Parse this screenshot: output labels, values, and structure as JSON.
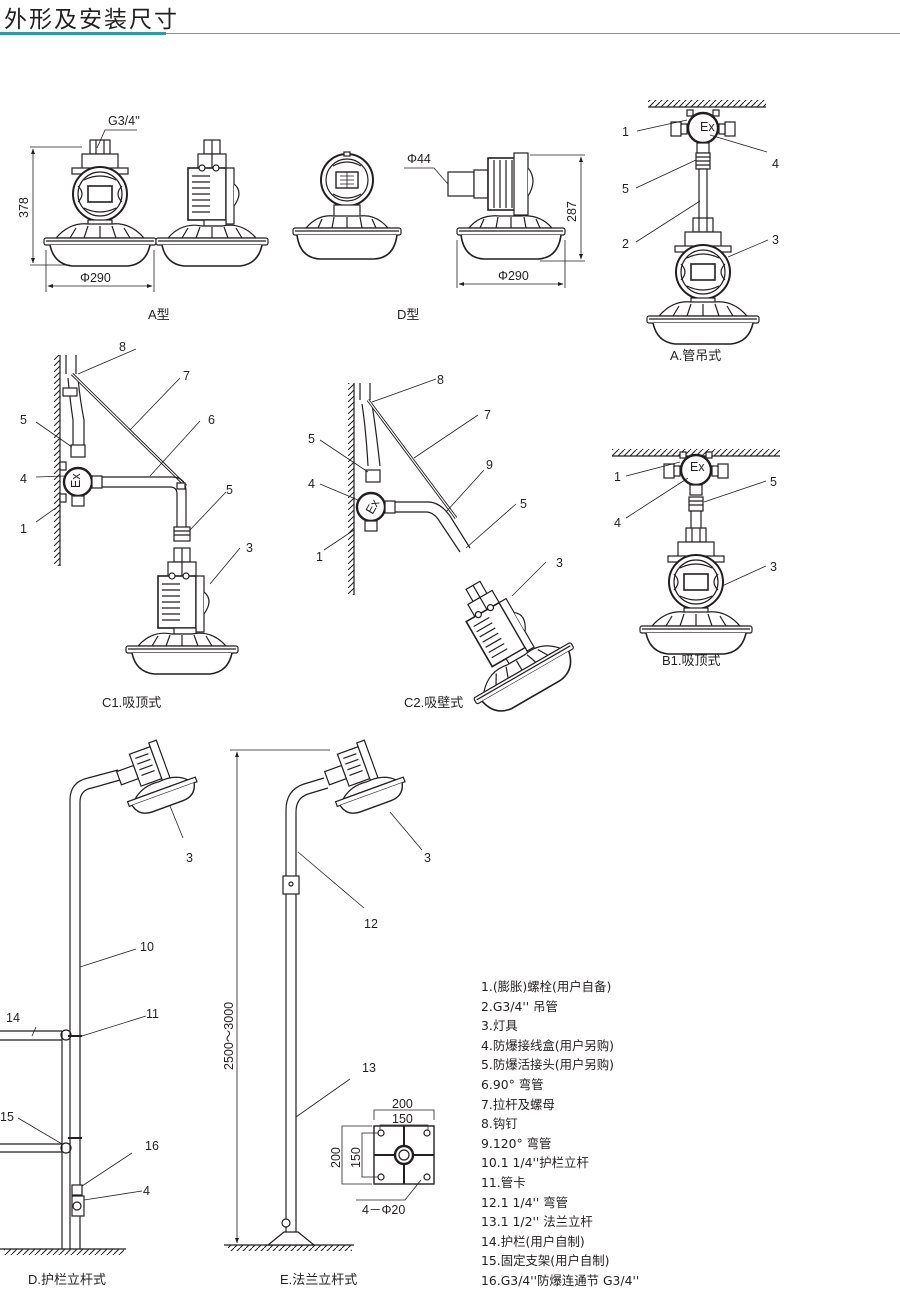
{
  "header": {
    "title": "外形及安装尺寸",
    "accent_color": "#2a9ea8",
    "rule_color": "#8a8a8a"
  },
  "type_a": {
    "caption": "A型",
    "pipe_thread": "G3/4''",
    "height_dim": "378",
    "diameter_dim": "Φ290"
  },
  "type_d": {
    "caption": "D型",
    "conduit_dim": "Φ44",
    "height_dim": "287",
    "diameter_dim": "Φ290"
  },
  "install_a_pipe_hanging": {
    "caption": "A.管吊式",
    "box_label": "Ex",
    "callouts": [
      "1",
      "5",
      "2",
      "4",
      "3"
    ]
  },
  "install_b1_ceiling": {
    "caption": "B1.吸顶式",
    "box_label": "Ex",
    "callouts": [
      "1",
      "4",
      "5",
      "3"
    ]
  },
  "install_c1": {
    "caption": "C1.吸顶式",
    "box_label": "Ex",
    "callouts": [
      "8",
      "7",
      "6",
      "5",
      "4",
      "1",
      "5",
      "3"
    ]
  },
  "install_c2_wall": {
    "caption": "C2.吸壁式",
    "box_label": "Ex",
    "callouts": [
      "8",
      "7",
      "5",
      "4",
      "1",
      "9",
      "5",
      "3"
    ]
  },
  "install_d_guardrail_pole": {
    "caption": "D.护栏立杆式",
    "callouts": [
      "3",
      "10",
      "14",
      "11",
      "15",
      "16",
      "4"
    ]
  },
  "install_e_flange_pole": {
    "caption": "E.法兰立杆式",
    "height_range": "2500～3000",
    "callouts": [
      "3",
      "12",
      "13"
    ],
    "flange": {
      "outer_width": "200",
      "hole_spacing_x": "150",
      "outer_height": "200",
      "hole_spacing_y": "150",
      "holes": "4－Φ20"
    }
  },
  "parts_legend": [
    "1.(膨胀)螺栓(用户自备)",
    "2.G3/4''  吊管",
    "3.灯具",
    "4.防爆接线盒(用户另购)",
    "5.防爆活接头(用户另购)",
    "6.90°  弯管",
    "7.拉杆及螺母",
    "8.钩钉",
    "9.120°  弯管",
    "10.1 1/4''护栏立杆",
    "11.管卡",
    "12.1 1/4'' 弯管",
    "13.1 1/2'' 法兰立杆",
    "14.护栏(用户自制)",
    "15.固定支架(用户自制)",
    "16.G3/4''防爆连通节 G3/4''"
  ]
}
